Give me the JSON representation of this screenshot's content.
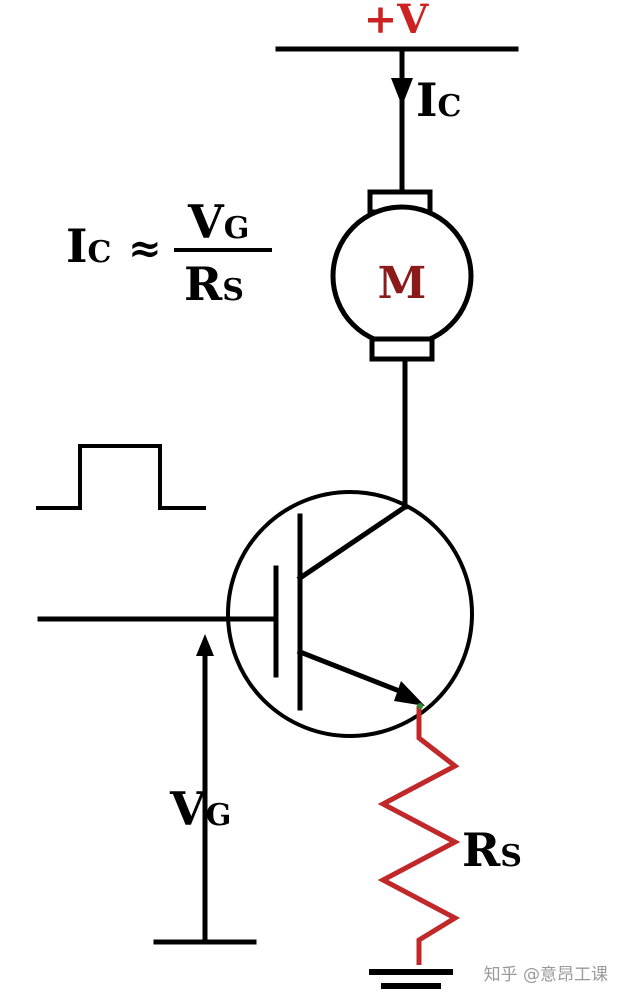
{
  "supply": {
    "label": "+V",
    "color": "#cc2222"
  },
  "current": {
    "main": "I",
    "sub": "C"
  },
  "motor": {
    "label": "M",
    "color": "#8b1a1a"
  },
  "formula": {
    "lhs_main": "I",
    "lhs_sub": "C",
    "approx": "≈",
    "num_main": "V",
    "num_sub": "G",
    "den_main": "R",
    "den_sub": "S"
  },
  "gate_voltage": {
    "main": "V",
    "sub": "G"
  },
  "resistor": {
    "main": "R",
    "sub": "S",
    "color": "#c0282a"
  },
  "watermark": "知乎 @意昂工课"
}
